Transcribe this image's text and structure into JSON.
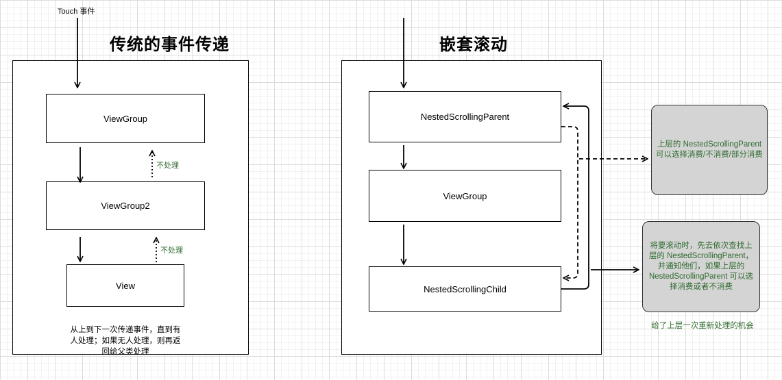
{
  "left": {
    "touch_label": "Touch 事件",
    "title": "传统的事件传递",
    "nodes": [
      "ViewGroup",
      "ViewGroup2",
      "View"
    ],
    "not_handled_1": "不处理",
    "not_handled_2": "不处理",
    "description": "从上到下一次传递事件，直到有人处理；如果无人处理，则再返回给父类处理"
  },
  "right": {
    "title": "嵌套滚动",
    "nodes": [
      "NestedScrollingParent",
      "ViewGroup",
      "NestedScrollingChild"
    ],
    "note_top": "上层的 NestedScrollingParent 可以选择消费/不消费/部分消费",
    "note_bottom": "将要滚动时，先去依次查找上层的 NestedScrollingParent，并通知他们，如果上层的 NestedScrollingParent 可以选择消费或者不消费",
    "caption": "给了上层一次重新处理的机会"
  }
}
